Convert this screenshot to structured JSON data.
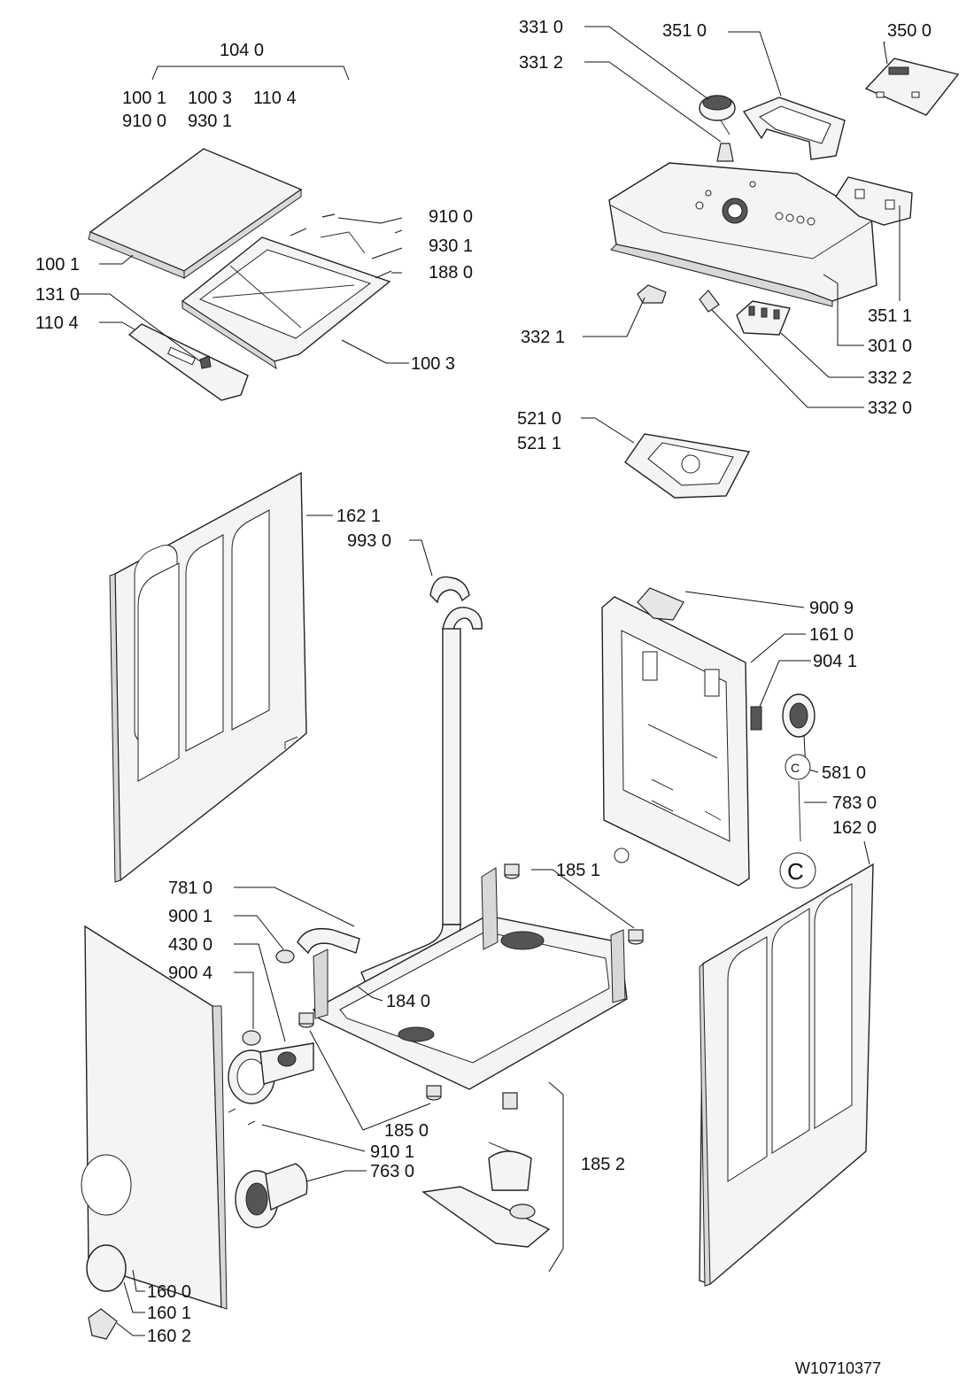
{
  "labels": {
    "l_1040": "104 0",
    "l_1001_top": "100 1",
    "l_1003_top": "100 3",
    "l_1104_top": "110 4",
    "l_9100_top": "910 0",
    "l_9301_top": "930 1",
    "l_9100": "910 0",
    "l_9301": "930 1",
    "l_1880": "188 0",
    "l_1001": "100 1",
    "l_1310": "131 0",
    "l_1104": "110 4",
    "l_1003": "100 3",
    "l_3310": "331 0",
    "l_3312": "331 2",
    "l_3510": "351 0",
    "l_3500": "350 0",
    "l_3511": "351 1",
    "l_3321": "332 1",
    "l_3010": "301 0",
    "l_3322": "332 2",
    "l_3320": "332 0",
    "l_5210": "521 0",
    "l_5211": "521 1",
    "l_1621": "162 1",
    "l_9930": "993 0",
    "l_9009": "900 9",
    "l_1610": "161 0",
    "l_9041": "904 1",
    "l_5810": "581 0",
    "l_7830": "783 0",
    "l_1620": "162 0",
    "l_7810": "781 0",
    "l_1851": "185 1",
    "l_9001": "900 1",
    "l_4300": "430 0",
    "l_9004": "900 4",
    "l_1840": "184 0",
    "l_1850": "185 0",
    "l_9101": "910 1",
    "l_7630": "763 0",
    "l_1852": "185 2",
    "l_1600": "160 0",
    "l_1601": "160 1",
    "l_1602": "160 2",
    "doc_id": "W10710377"
  },
  "markers": {
    "c_small": "C",
    "c_large": "C"
  }
}
